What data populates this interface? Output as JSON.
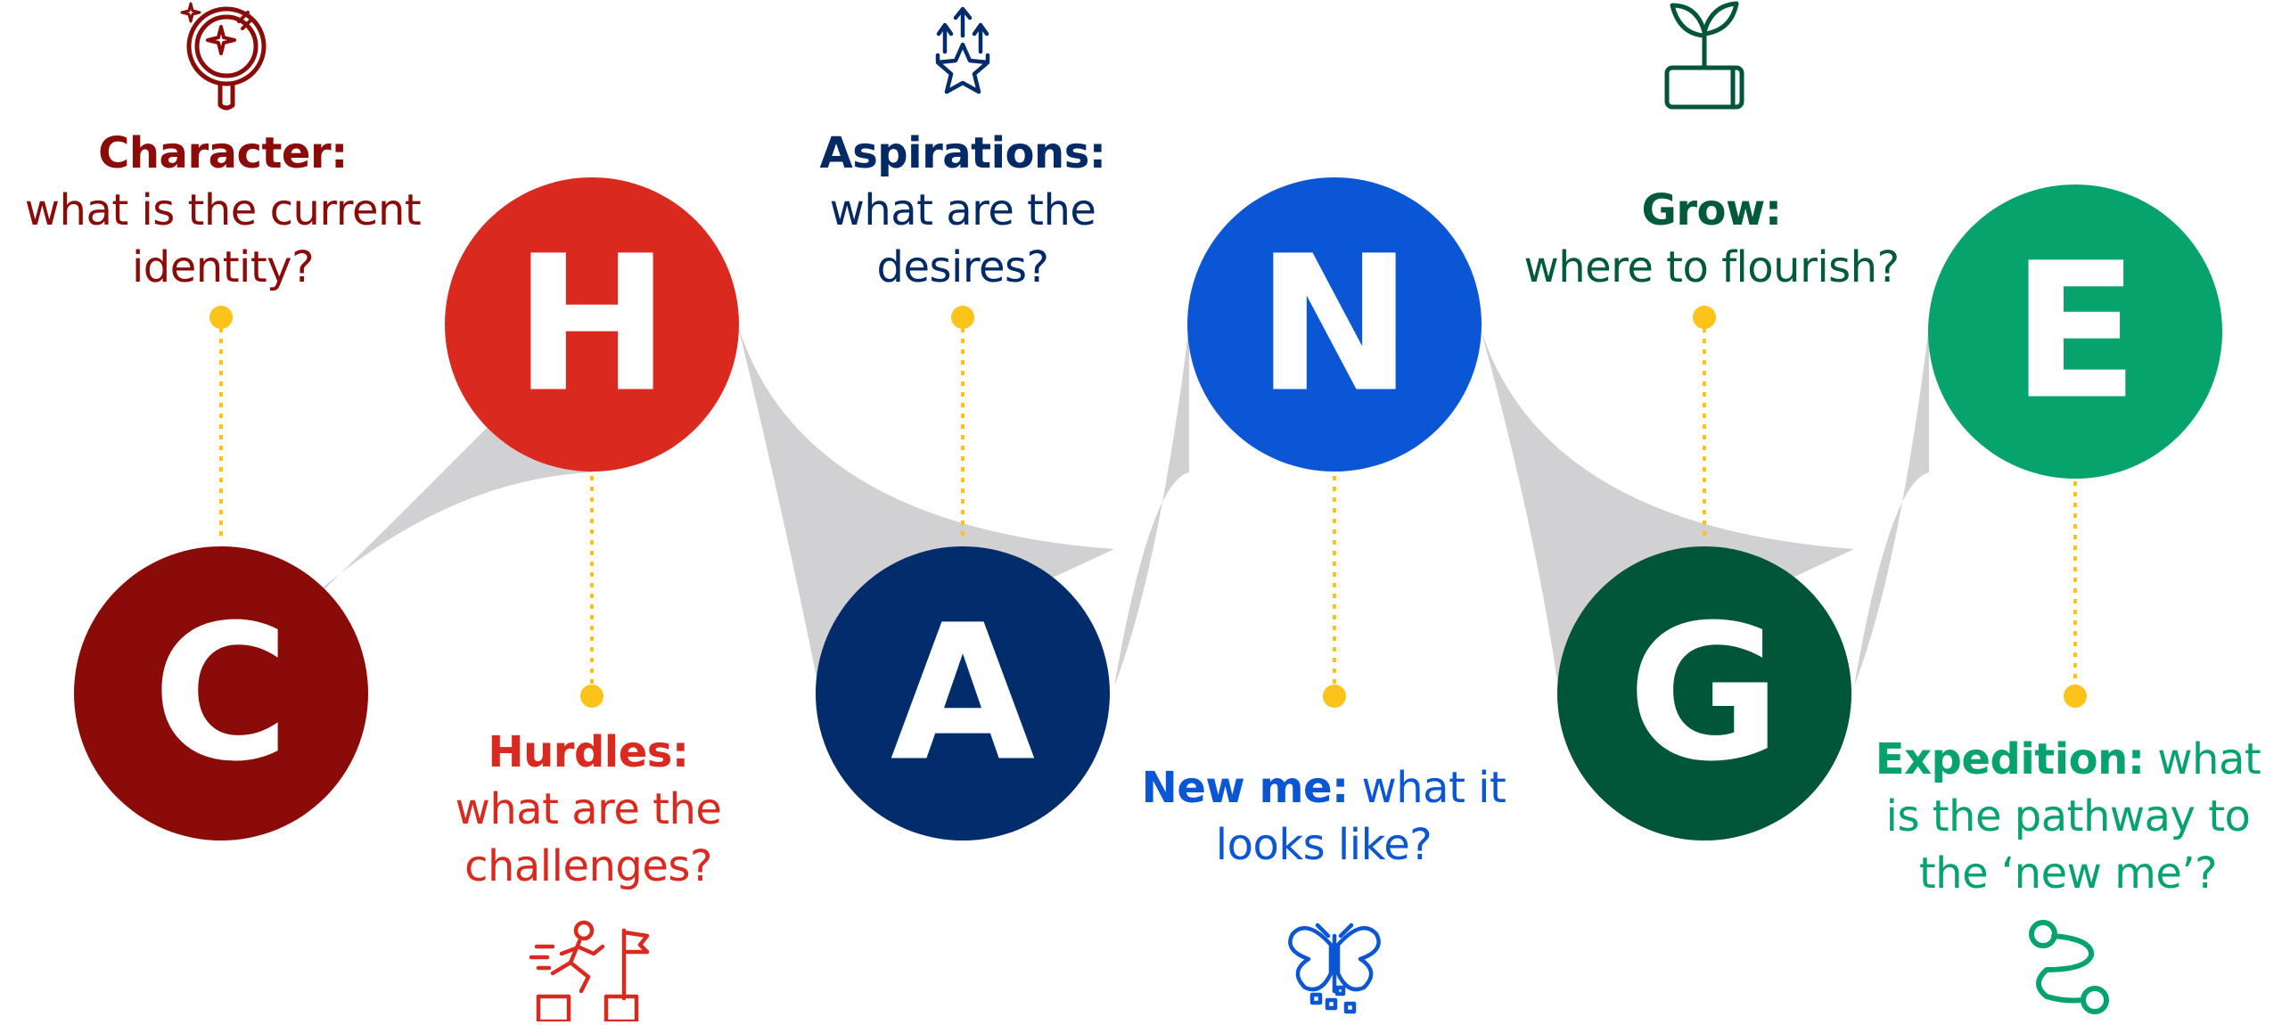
{
  "colors": {
    "C": "#8a0b07",
    "H": "#da2a1f",
    "A": "#022c6b",
    "N": "#0a56d4",
    "G": "#01563a",
    "E": "#06a36d",
    "connector": "#d1d0d2",
    "dot": "#fdc31b"
  },
  "letters": [
    "C",
    "H",
    "A",
    "N",
    "G",
    "E"
  ],
  "steps": [
    {
      "letter": "C",
      "keyword": "Character:",
      "text": "what is the current identity?",
      "icon": "mirror-icon"
    },
    {
      "letter": "H",
      "keyword": "Hurdles:",
      "text": "what are the challenges?",
      "icon": "runner-hurdles-icon"
    },
    {
      "letter": "A",
      "keyword": "Aspirations:",
      "text": "what are the desires?",
      "icon": "star-rising-icon"
    },
    {
      "letter": "N",
      "keyword": "New me:",
      "text": "what it looks like?",
      "icon": "butterfly-icon"
    },
    {
      "letter": "G",
      "keyword": "Grow:",
      "text": "where to flourish?",
      "icon": "sprout-pot-icon"
    },
    {
      "letter": "E",
      "keyword": "Expedition:",
      "text": "what is the pathway to the ‘new me’?",
      "icon": "path-route-icon"
    }
  ]
}
